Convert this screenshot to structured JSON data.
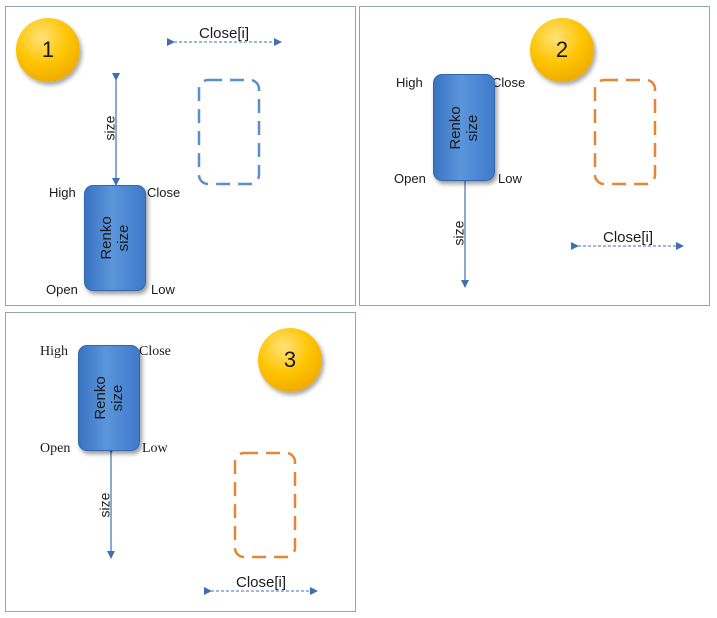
{
  "panels": [
    {
      "badge": "1",
      "brick_line1": "Renko",
      "brick_line2": "size",
      "high": "High",
      "close": "Close",
      "open": "Open",
      "low": "Low",
      "size": "size",
      "close_i": "Close[i]",
      "dashed_color": "#5b8fc7"
    },
    {
      "badge": "2",
      "brick_line1": "Renko",
      "brick_line2": "size",
      "high": "High",
      "close": "Close",
      "open": "Open",
      "low": "Low",
      "size": "size",
      "close_i": "Close[i]",
      "dashed_color": "#e58536"
    },
    {
      "badge": "3",
      "brick_line1": "Renko",
      "brick_line2": "size",
      "high": "High",
      "close": "Close",
      "open": "Open",
      "low": "Low",
      "size": "size",
      "close_i": "Close[i]",
      "dashed_color": "#e58536"
    }
  ]
}
